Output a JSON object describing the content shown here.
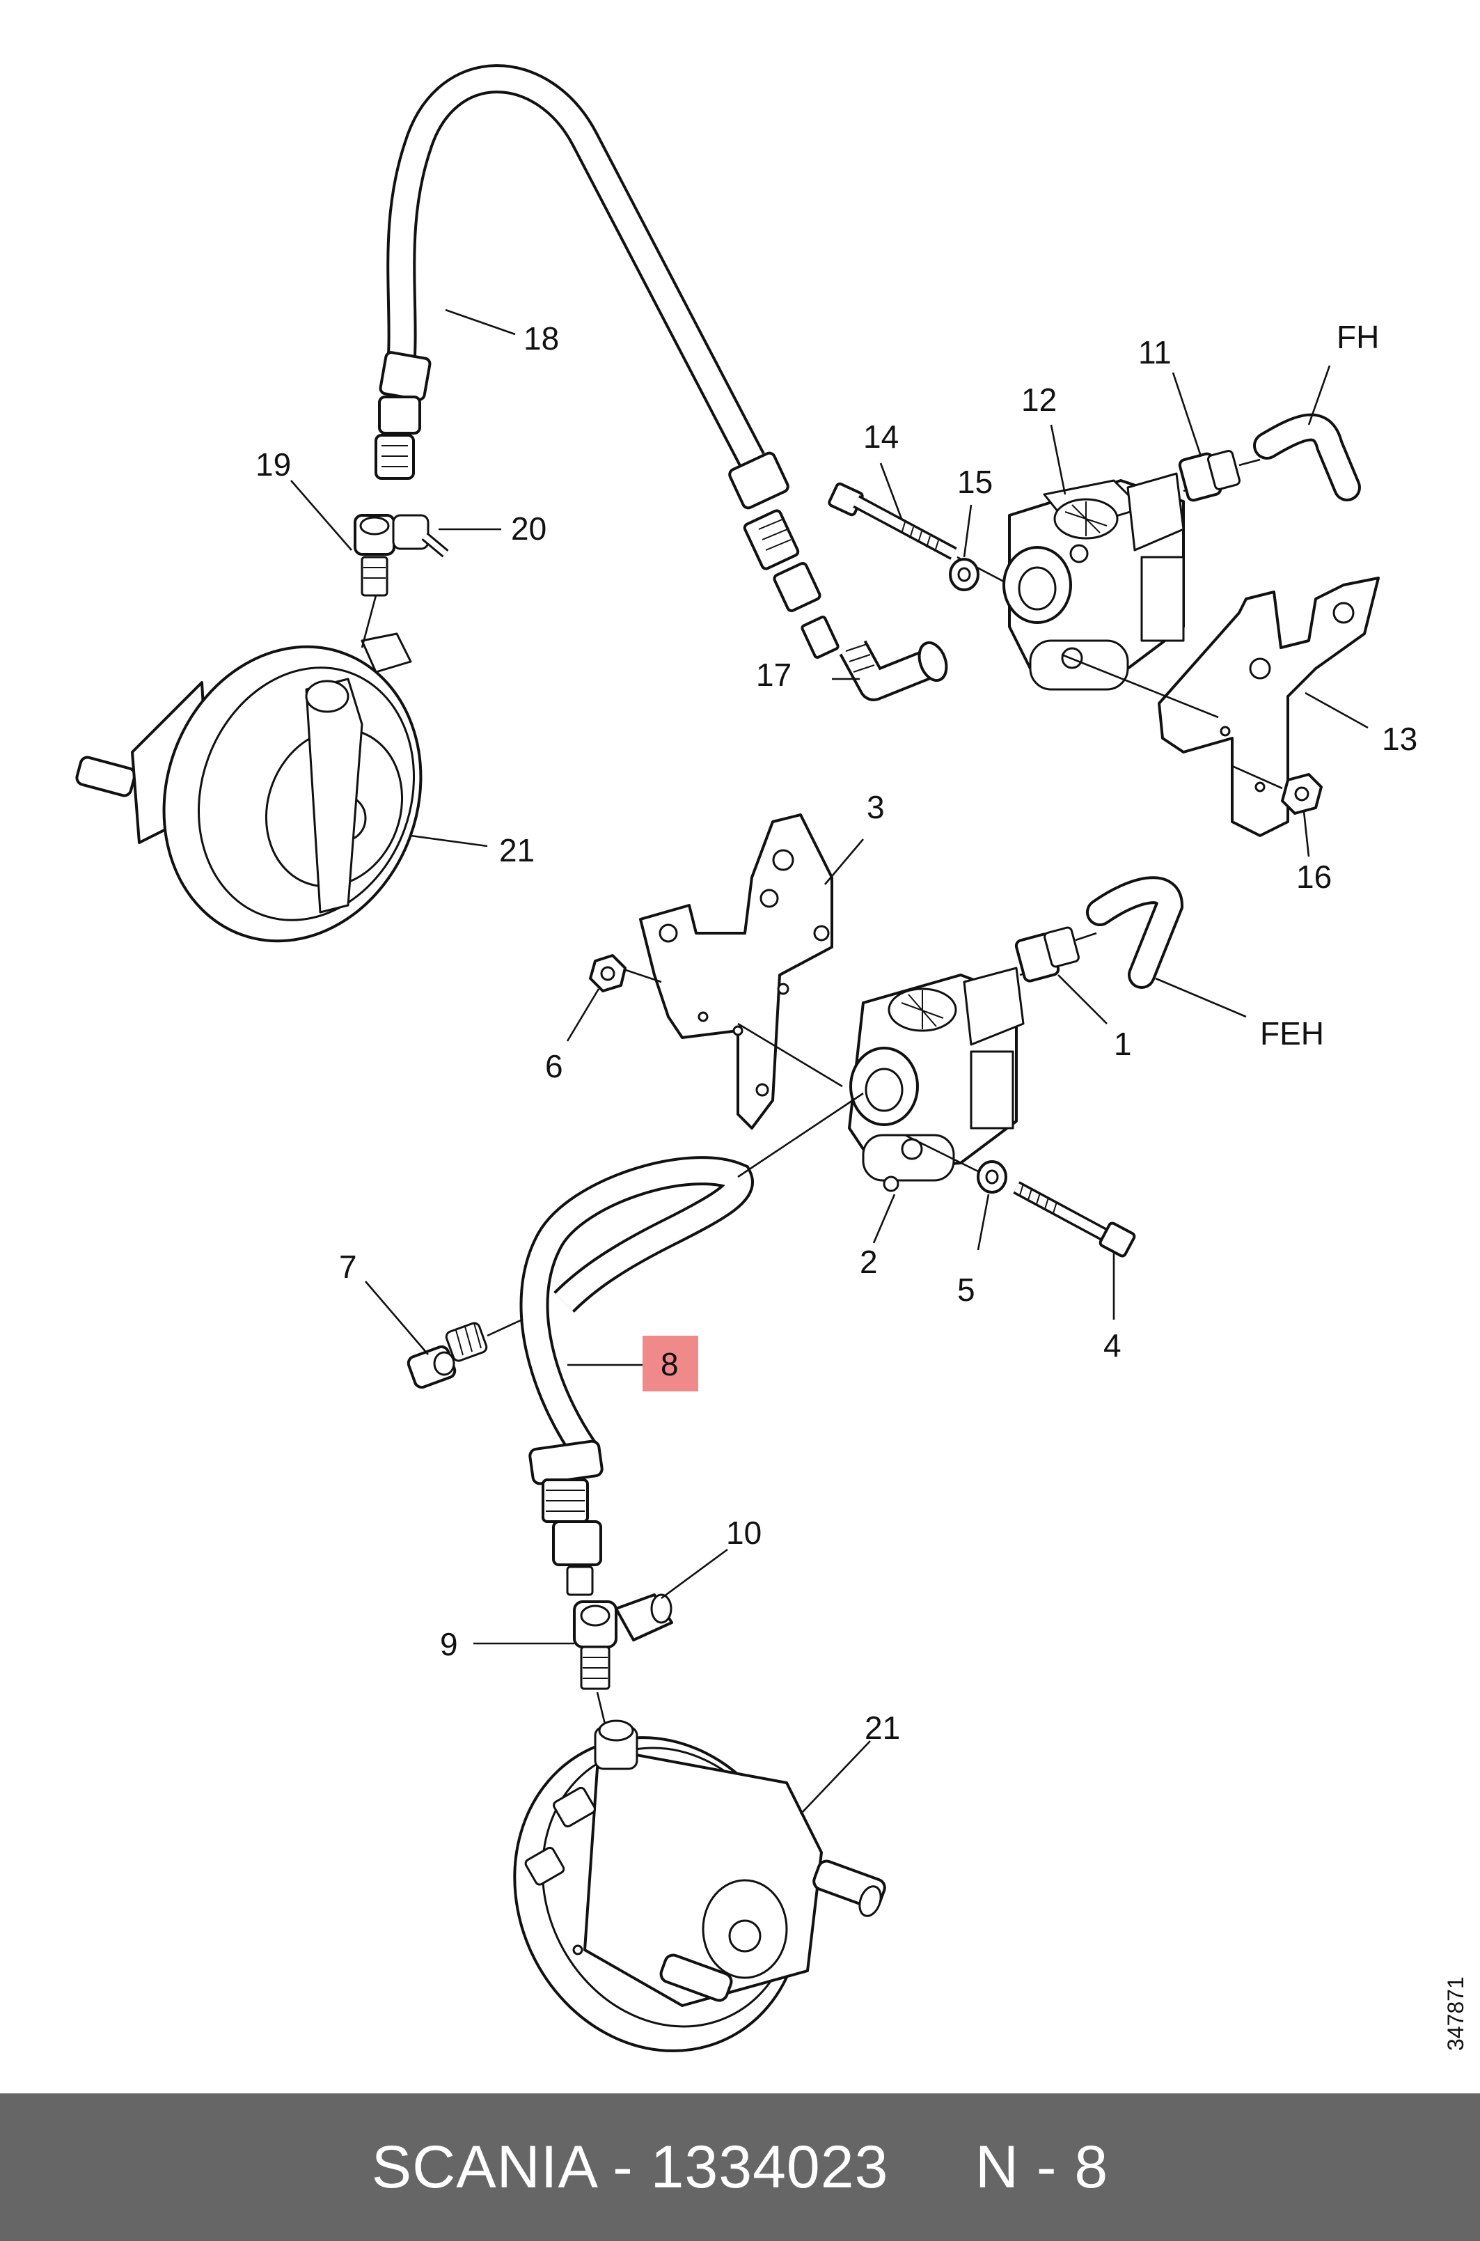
{
  "drawing_number": "347871",
  "callouts": {
    "c1": "1",
    "c2": "2",
    "c3": "3",
    "c4": "4",
    "c5": "5",
    "c6": "6",
    "c7": "7",
    "c8": "8",
    "c9": "9",
    "c10": "10",
    "c11": "11",
    "c12": "12",
    "c13": "13",
    "c14": "14",
    "c15": "15",
    "c16": "16",
    "c17": "17",
    "c18": "18",
    "c19": "19",
    "c20": "20",
    "c21a": "21",
    "c21b": "21",
    "fh": "FH",
    "feh": "FEH"
  },
  "highlight": {
    "callout": "8",
    "color": "#f08a8a"
  },
  "footer": {
    "text": "SCANIA - 1334023     N - 8",
    "background": "#666666"
  }
}
